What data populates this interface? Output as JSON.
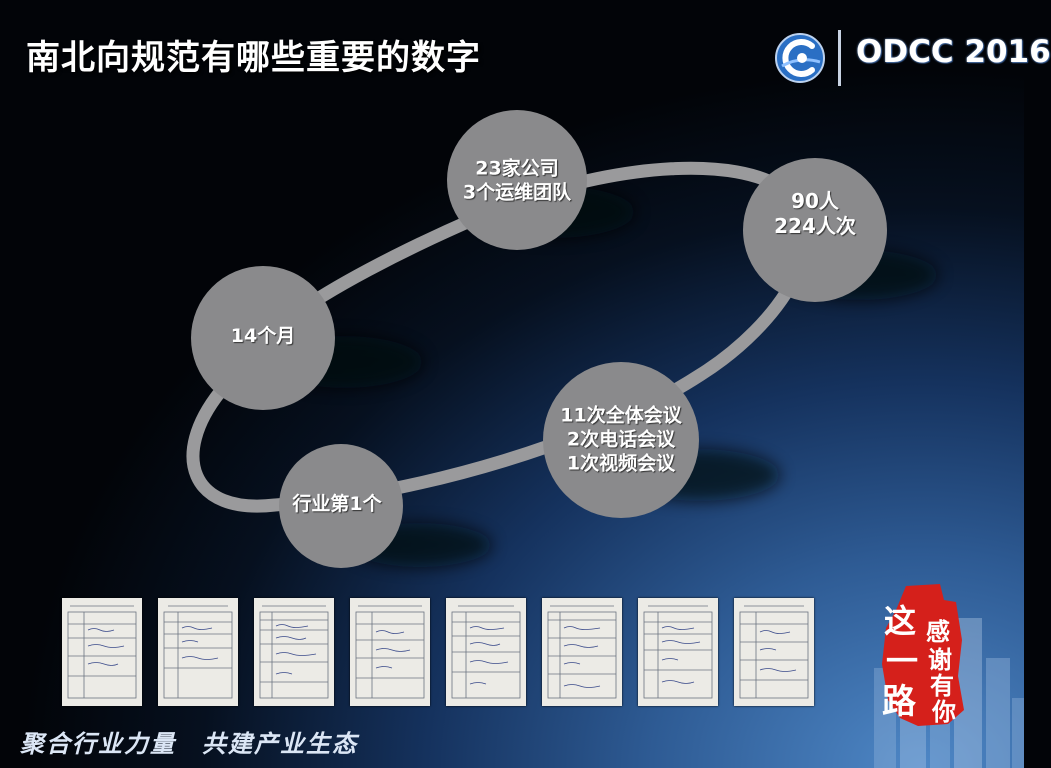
{
  "slide": {
    "title": "南北向规范有哪些重要的数字",
    "logo_text": "ODCC 2016",
    "slogan": "聚合行业力量　共建产业生态",
    "stamp_chars": [
      "这",
      "一",
      "路",
      "感",
      "谢",
      "有",
      "你"
    ]
  },
  "diagram": {
    "nodes": [
      {
        "lines": [
          "23家公司",
          "3个运维团队"
        ]
      },
      {
        "lines": [
          "90人",
          "224人次"
        ]
      },
      {
        "lines": [
          "14个月"
        ]
      },
      {
        "lines": [
          "11次全体会议",
          "2次电话会议",
          "1次视频会议"
        ]
      },
      {
        "lines": [
          "行业第1个"
        ]
      }
    ]
  },
  "colors": {
    "circle_fill": "#8a8a8c",
    "ring_stroke": "#9a9a9c",
    "stamp_red": "#d5201b"
  }
}
